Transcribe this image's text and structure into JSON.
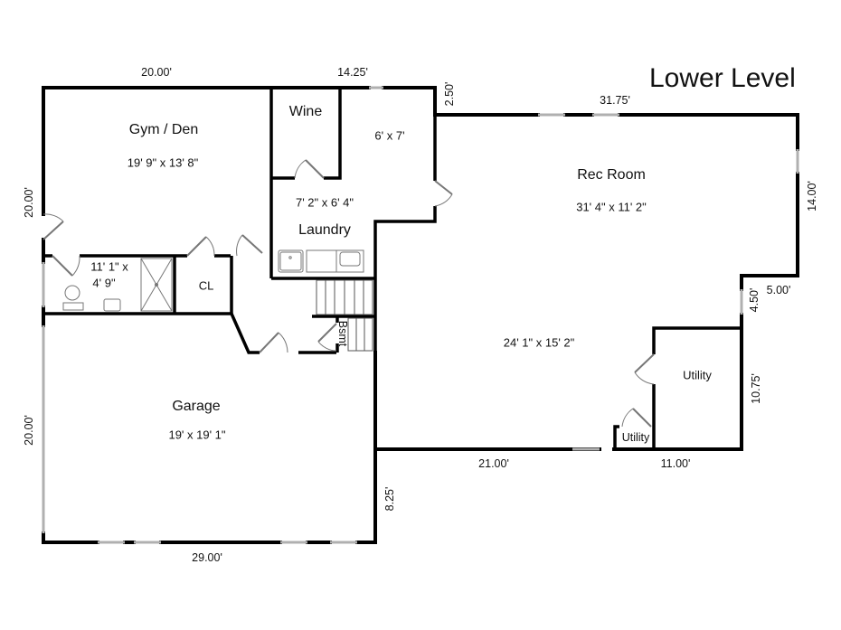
{
  "title": "Lower Level",
  "colors": {
    "wall": "#000000",
    "window": "#b8b8b8",
    "fixture": "#7a7a7a",
    "background": "#ffffff"
  },
  "rooms": [
    {
      "id": "gym-den",
      "name": "Gym / Den",
      "dimensions": "19' 9\" x 13' 8\""
    },
    {
      "id": "wine",
      "name": "Wine",
      "dimensions": ""
    },
    {
      "id": "hall",
      "name": "",
      "dimensions": "6' x 7'"
    },
    {
      "id": "laundry",
      "name": "Laundry",
      "dimensions": "7' 2\" x 6' 4\""
    },
    {
      "id": "bath",
      "name": "",
      "dimensions": "11' 1\" x 4' 9\"",
      "dimensions_line1": "11' 1\" x",
      "dimensions_line2": "4' 9\""
    },
    {
      "id": "closet",
      "name": "CL",
      "dimensions": ""
    },
    {
      "id": "rec-room",
      "name": "Rec Room",
      "dimensions": "31' 4\" x 11' 2\""
    },
    {
      "id": "rec-lower",
      "name": "",
      "dimensions": "24' 1\" x 15' 2\""
    },
    {
      "id": "utility-large",
      "name": "Utility",
      "dimensions": ""
    },
    {
      "id": "utility-small",
      "name": "Utility",
      "dimensions": ""
    },
    {
      "id": "garage",
      "name": "Garage",
      "dimensions": "19' x 19' 1\""
    },
    {
      "id": "basement-stairs",
      "name": "Bsmt",
      "dimensions": ""
    }
  ],
  "exterior_dimensions": {
    "top_left": "20.00'",
    "top_middle": "14.25'",
    "step": "2.50'",
    "top_right": "31.75'",
    "right_upper": "14.00'",
    "right_notch_horizontal": "5.00'",
    "right_notch_vertical": "4.50'",
    "right_lower": "10.75'",
    "bottom_right": "11.00'",
    "bottom_middle": "21.00'",
    "garage_right": "8.25'",
    "garage_bottom": "29.00'",
    "left_upper": "20.00'",
    "left_lower": "20.00'"
  }
}
